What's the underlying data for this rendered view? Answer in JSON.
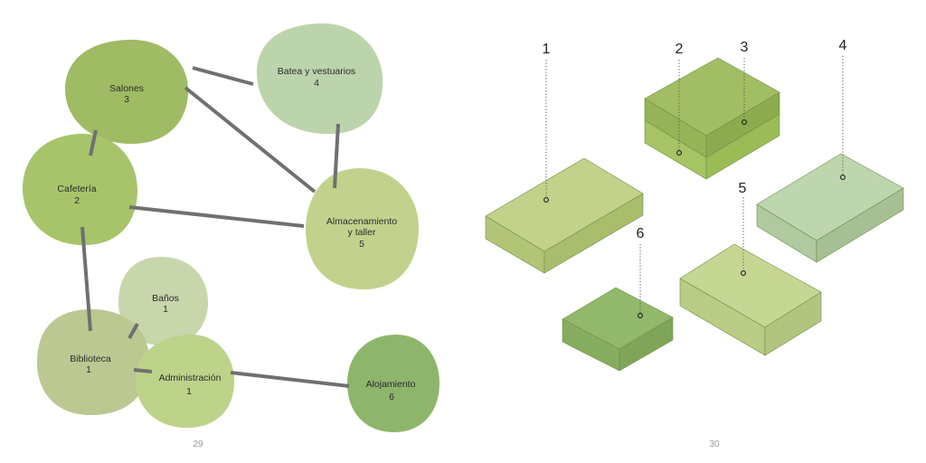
{
  "colors": {
    "bubble_salones": "#9fbb63",
    "bubble_batea": "#bcd4ac",
    "bubble_cafeteria": "#a7c46a",
    "bubble_almacenamiento": "#c2d28d",
    "bubble_banos": "#c8d6ab",
    "bubble_biblioteca": "#bcc892",
    "bubble_administracion": "#bdd38a",
    "bubble_alojamiento": "#8eb56c",
    "edges": "#707070"
  },
  "bubbles": {
    "salones": {
      "name": "Salones",
      "count": "3"
    },
    "batea": {
      "name": "Batea y vestuarios",
      "count": "4"
    },
    "cafeteria": {
      "name": "Cafetería",
      "count": "2"
    },
    "almacenamiento": {
      "name_line1": "Almacenamiento",
      "name_line2": "y taller",
      "count": "5"
    },
    "banos": {
      "name": "Baños",
      "count": "1"
    },
    "biblioteca": {
      "name": "Biblioteca",
      "count": "1"
    },
    "administracion": {
      "name": "Administración",
      "count": "1"
    },
    "alojamiento": {
      "name": "Alojamiento",
      "count": "6"
    }
  },
  "blocks": {
    "b1": {
      "label": "1"
    },
    "b2": {
      "label": "2"
    },
    "b3": {
      "label": "3"
    },
    "b4": {
      "label": "4"
    },
    "b5": {
      "label": "5"
    },
    "b6": {
      "label": "6"
    }
  },
  "pages": {
    "left": "29",
    "right": "30"
  }
}
